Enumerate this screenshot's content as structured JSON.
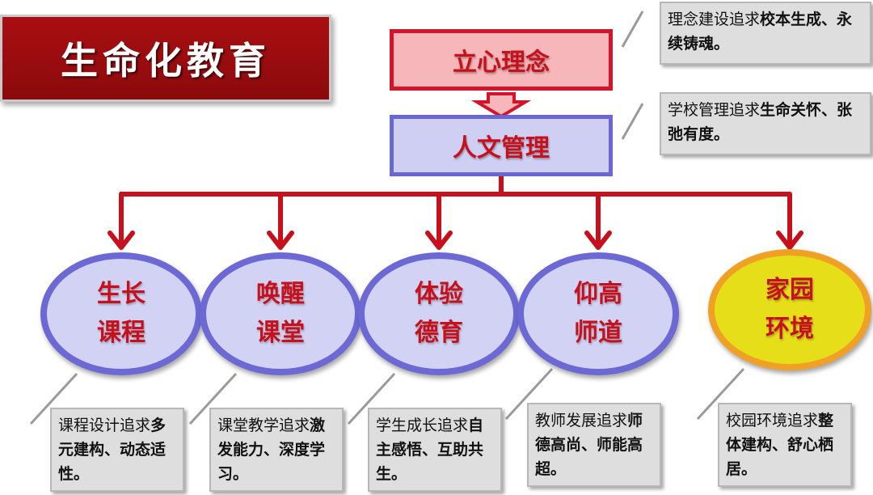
{
  "title": "生命化教育",
  "top_box": {
    "label": "立心理念"
  },
  "mid_box": {
    "label": "人文管理"
  },
  "notes_top": [
    {
      "plain": "理念建设追求",
      "bold": "校本生成、永续铸魂。"
    },
    {
      "plain": "学校管理追求",
      "bold": "生命关怀、张弛有度。"
    }
  ],
  "nodes": [
    {
      "line1": "生长",
      "line2": "课程",
      "color": "blue"
    },
    {
      "line1": "唤醒",
      "line2": "课堂",
      "color": "blue"
    },
    {
      "line1": "体验",
      "line2": "德育",
      "color": "blue"
    },
    {
      "line1": "仰高",
      "line2": "师道",
      "color": "blue"
    },
    {
      "line1": "家园",
      "line2": "环境",
      "color": "yellow"
    }
  ],
  "notes_bottom": [
    {
      "plain": "课程设计追求",
      "bold": "多元建构、动态适性。"
    },
    {
      "plain": "课堂教学追求",
      "bold": "激发能力、深度学习。"
    },
    {
      "plain": "学生成长追求",
      "bold": "自主感悟、互助共生。"
    },
    {
      "plain": "教师发展追求",
      "bold": "师德高尚、师能高超。"
    },
    {
      "plain": "校园环境追求",
      "bold": "整体建构、舒心栖居。"
    }
  ],
  "colors": {
    "red": "#c8101c",
    "banner": "#a80f12",
    "blue_border": "#6d69d4",
    "blue_fill": "#d2d3f4",
    "yellow_fill": "#e7de1a",
    "orange_border": "#f0a024"
  }
}
